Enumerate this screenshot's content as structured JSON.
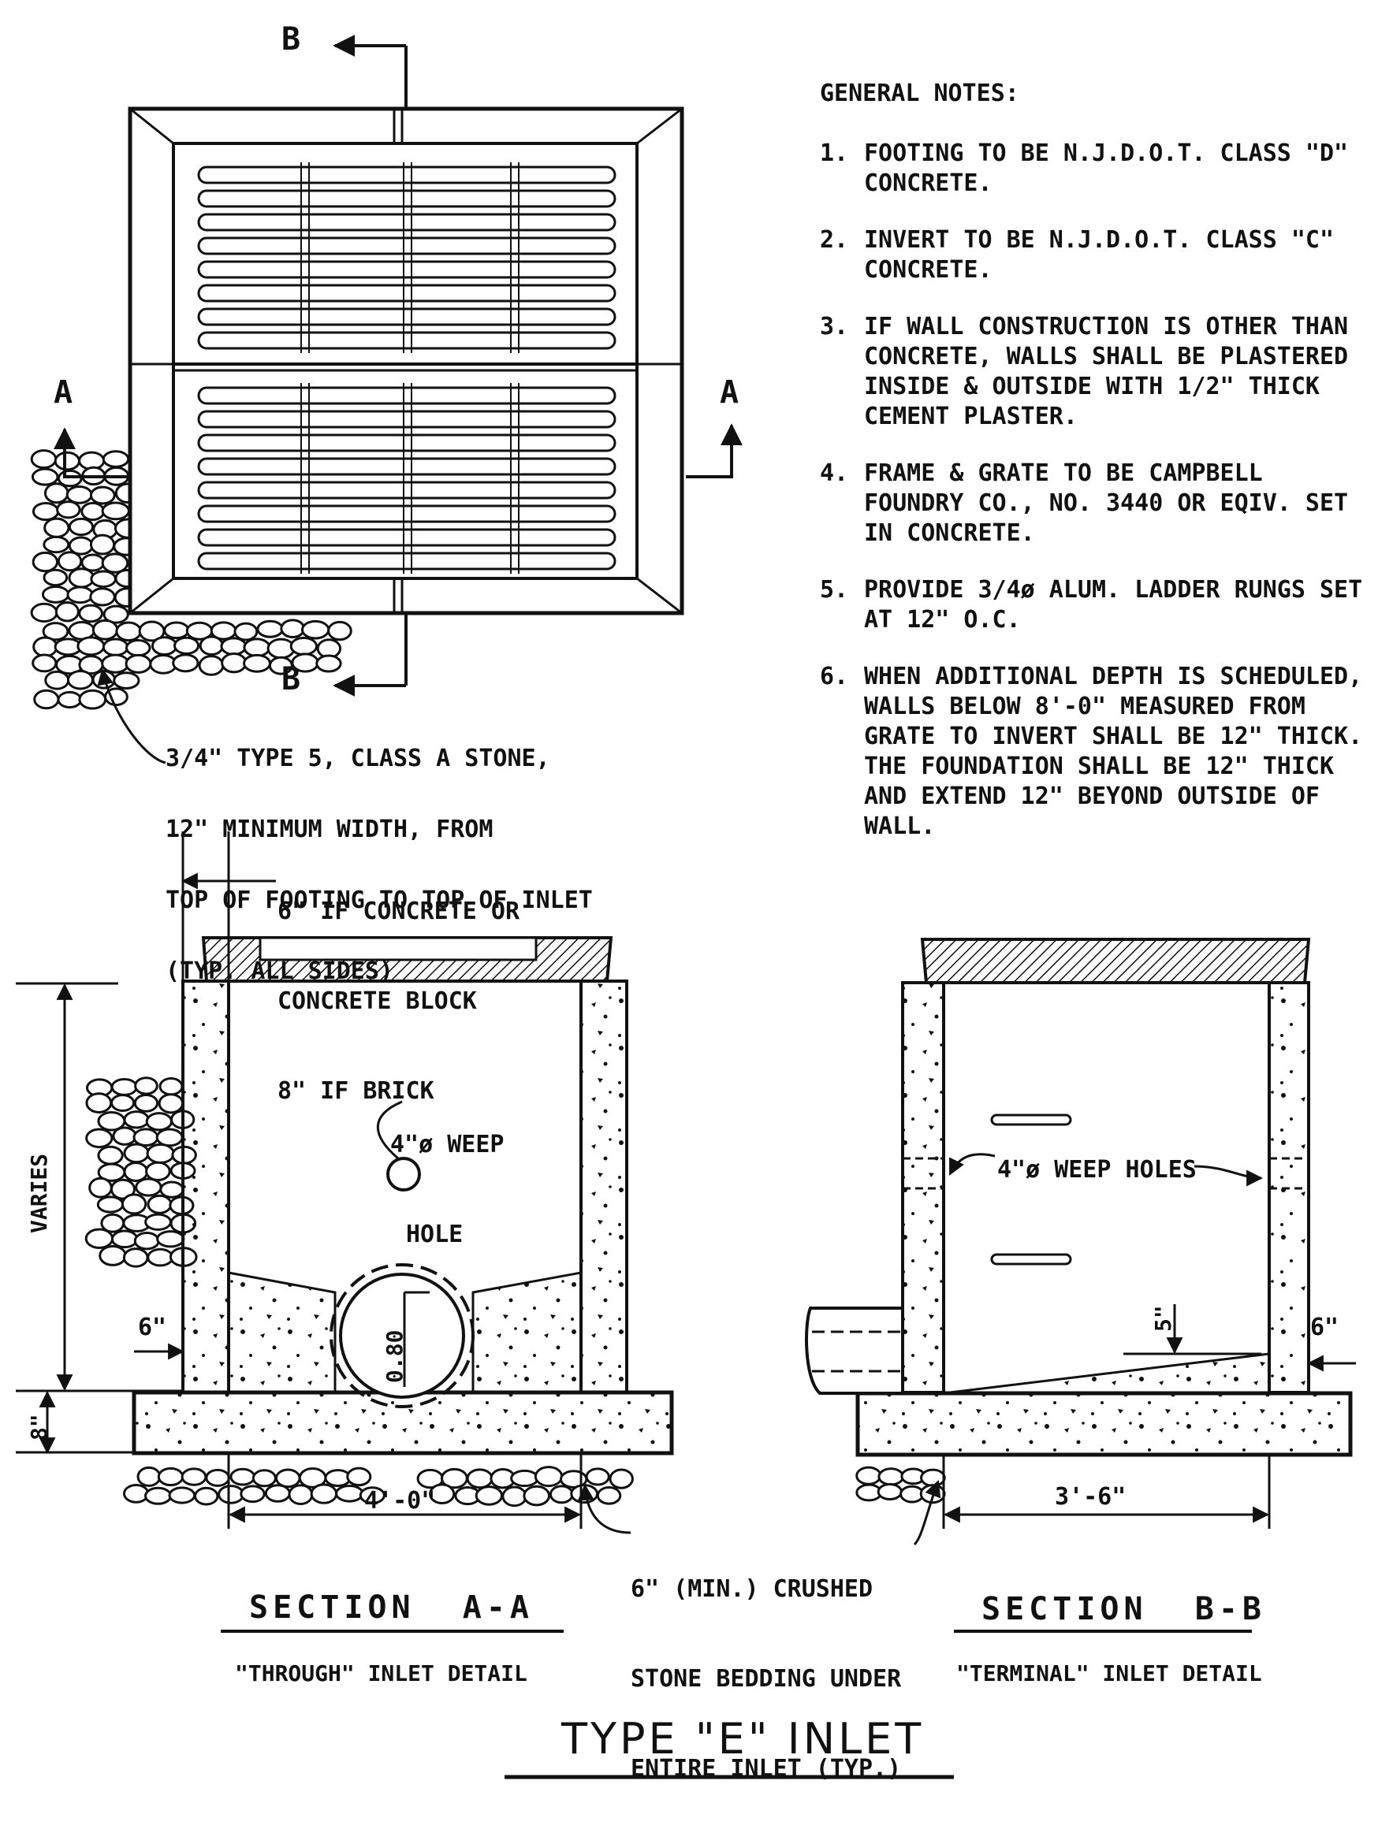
{
  "labels": {
    "cut_b": "B",
    "cut_a": "A",
    "stone_note": [
      "3/4\" TYPE 5, CLASS A STONE,",
      "12\" MINIMUM WIDTH, FROM",
      "TOP OF FOOTING TO TOP OF INLET",
      "(TYP. ALL SIDES)"
    ],
    "wall_note": [
      "6\" IF CONCRETE OR",
      "CONCRETE BLOCK",
      "8\" IF BRICK"
    ],
    "weep_hole": [
      "4\"ø WEEP",
      "HOLE"
    ],
    "weep_holes": "4\"ø WEEP HOLES",
    "varies": "VARIES",
    "dim_6": "6\"",
    "dim_8": "8\"",
    "dim_080": "0.80",
    "dim_5": "5\"",
    "dim_4_0": "4'-0\"",
    "dim_3_6": "3'-6\"",
    "bedding_note": [
      "6\" (MIN.) CRUSHED",
      "STONE BEDDING UNDER",
      "ENTIRE INLET (TYP.)"
    ]
  },
  "notes": {
    "heading": "GENERAL NOTES:",
    "items": [
      {
        "num": "1.",
        "text": "FOOTING TO BE N.J.D.O.T. CLASS \"D\" CONCRETE."
      },
      {
        "num": "2.",
        "text": "INVERT TO BE N.J.D.O.T. CLASS \"C\" CONCRETE."
      },
      {
        "num": "3.",
        "text": "IF WALL CONSTRUCTION IS OTHER THAN CONCRETE, WALLS SHALL BE PLASTERED INSIDE & OUTSIDE WITH 1/2\" THICK CEMENT PLASTER."
      },
      {
        "num": "4.",
        "text": "FRAME & GRATE TO BE CAMPBELL FOUNDRY CO., NO. 3440 OR EQIV. SET IN CONCRETE."
      },
      {
        "num": "5.",
        "text": "PROVIDE 3/4ø ALUM. LADDER RUNGS SET AT 12\" O.C."
      },
      {
        "num": "6.",
        "text": "WHEN ADDITIONAL DEPTH IS SCHEDULED, WALLS BELOW 8'-0\" MEASURED FROM GRATE TO INVERT SHALL BE 12\" THICK. THE FOUNDATION SHALL BE 12\" THICK AND EXTEND 12\" BEYOND OUTSIDE OF WALL."
      }
    ]
  },
  "sections": {
    "a_title": "SECTION  A-A",
    "a_sub": "\"THROUGH\" INLET DETAIL",
    "b_title": "SECTION  B-B",
    "b_sub": "\"TERMINAL\" INLET DETAIL"
  },
  "title": "TYPE \"E\" INLET"
}
